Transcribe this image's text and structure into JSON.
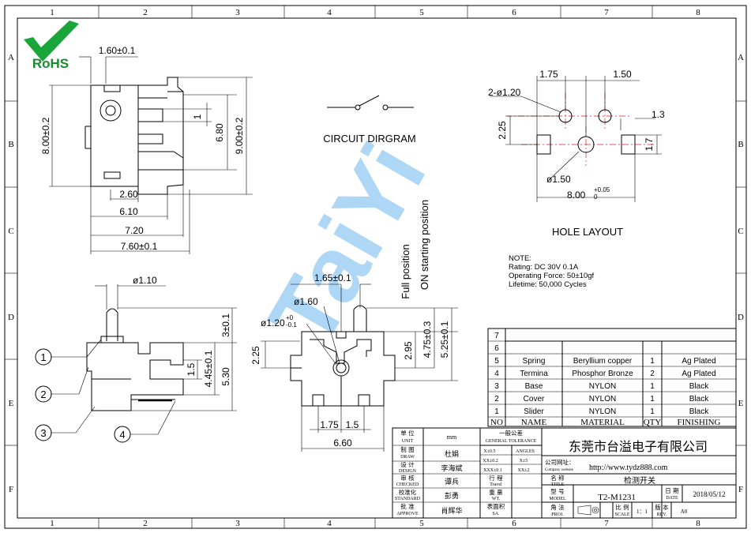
{
  "frame": {
    "columns": [
      "1",
      "2",
      "3",
      "4",
      "5",
      "6",
      "7",
      "8"
    ],
    "rows": [
      "A",
      "B",
      "C",
      "D",
      "E",
      "F"
    ]
  },
  "logo": {
    "text": "RoHS",
    "check_color": "#1aa53a",
    "text_color": "#1a8a2e"
  },
  "watermark": {
    "text": "TaiYi",
    "color": "#3fa0e8"
  },
  "top_view": {
    "dims": {
      "pin_offset": "1.60±0.1",
      "height_left": "8.00±0.2",
      "pitch_small": "1",
      "height_inner": "6.80",
      "height_right": "9.00±0.2",
      "w1": "2.60",
      "w2": "6.10",
      "w3": "7.20",
      "w4": "7.60±0.1"
    }
  },
  "circuit": {
    "title": "CIRCUIT DIRGRAM"
  },
  "hole_layout": {
    "title": "HOLE LAYOUT",
    "dims": {
      "d1": "1.75",
      "d2": "1.50",
      "holes": "2-ø1.20",
      "d3": "1.3",
      "d4": "2.25",
      "d5": "1.7",
      "d6": "ø1.50",
      "width": "8.00",
      "width_tol": "+0.05",
      "width_tol_low": "0"
    }
  },
  "notes": {
    "title": "NOTE:",
    "lines": [
      "Rating:  DC    30V    0.1A",
      "Operating  Force:  50±10gf",
      "Lifetime:     50,000  Cycles"
    ]
  },
  "side_view": {
    "dims": {
      "d_top": "ø1.10",
      "d_a": "3±0.1",
      "d_b": "1.5",
      "d_c": "4.45±0.1",
      "d_d": "5.30"
    },
    "balloons": [
      "1",
      "2",
      "3",
      "4"
    ]
  },
  "front_view": {
    "dims": {
      "d_a": "1.65±0.1",
      "d_b": "ø1.60",
      "d_c": "ø1.20",
      "d_c_tol_hi": "+0",
      "d_c_tol_lo": "-0.1",
      "d_d": "2.25",
      "d_e": "2.95",
      "d_f": "4.75±0.3",
      "d_g": "5.25±0.1",
      "d_h": "1.75",
      "d_i": "1.5",
      "d_j": "6.60"
    },
    "pos_full": "Full position",
    "pos_on": "ON starting position"
  },
  "bom": {
    "rows": [
      {
        "no": "7",
        "name": "",
        "material": "",
        "qty": "",
        "finish": ""
      },
      {
        "no": "6",
        "name": "",
        "material": "",
        "qty": "",
        "finish": ""
      },
      {
        "no": "5",
        "name": "Spring",
        "material": "Beryllium copper",
        "qty": "1",
        "finish": "Ag Plated"
      },
      {
        "no": "4",
        "name": "Termina",
        "material": "Phosphor Bronze",
        "qty": "2",
        "finish": "Ag Plated"
      },
      {
        "no": "3",
        "name": "Base",
        "material": "NYLON",
        "qty": "1",
        "finish": "Black"
      },
      {
        "no": "2",
        "name": "Cover",
        "material": "NYLON",
        "qty": "1",
        "finish": "Black"
      },
      {
        "no": "1",
        "name": "Slider",
        "material": "NYLON",
        "qty": "1",
        "finish": "Black"
      }
    ],
    "header": {
      "no": "NO",
      "name": "NAME",
      "material": "MATERIAL",
      "qty": "QTY",
      "finish": "FINISHING"
    }
  },
  "title_block": {
    "unit_label": "单  位",
    "unit_en": "UNIT",
    "unit_value": "mm",
    "tolerance_label": "一般公差",
    "tolerance_en": "GENERAL TOLERANCE",
    "tol_x05": "X±0.5",
    "tol_angles": "ANGLES",
    "tol_xx": "XX±0.2",
    "tol_a5": "X±5",
    "tol_xxx": "XXX±0.1",
    "tol_a2": "XX±2",
    "draw_label": "制  图",
    "draw_en": "DRAW",
    "draw_value": "杜娟",
    "design_label": "设  计",
    "design_en": "DESIGN",
    "design_value": "李海斌",
    "check_label": "审  核",
    "check_en": "CHECKED",
    "check_value": "谭兵",
    "std_label": "校准化",
    "std_en": "STANDARD",
    "std_value": "彭勇",
    "appr_label": "批  准",
    "appr_en": "APPROVE",
    "appr_value": "肖辉华",
    "travel_label": "行  程",
    "travel_en": "Travel",
    "weight_label": "重  量",
    "weight_en": "WT.",
    "sa_label": "表面积",
    "sa_en": "SA.",
    "company": "东莞市台溢电子有限公司",
    "website_label": "公司网址：",
    "website_en": "Company website",
    "website": "http://www.tydz888.com",
    "title_label": "名  称",
    "title_en": "TITLE",
    "title_value": "检测开关",
    "model_label": "型  号",
    "model_en": "MODEL",
    "model_value": "T2-M1231",
    "date_label": "日  期",
    "date_en": "DATE",
    "date_value": "2018/05/12",
    "proj_label": "角  法",
    "proj_en": "PROJ.",
    "scale_label": "比  例",
    "scale_en": "SCALE",
    "scale_value": "1：1",
    "rev_label": "版 本",
    "rev_en": "REV.",
    "rev_value": "A0"
  }
}
